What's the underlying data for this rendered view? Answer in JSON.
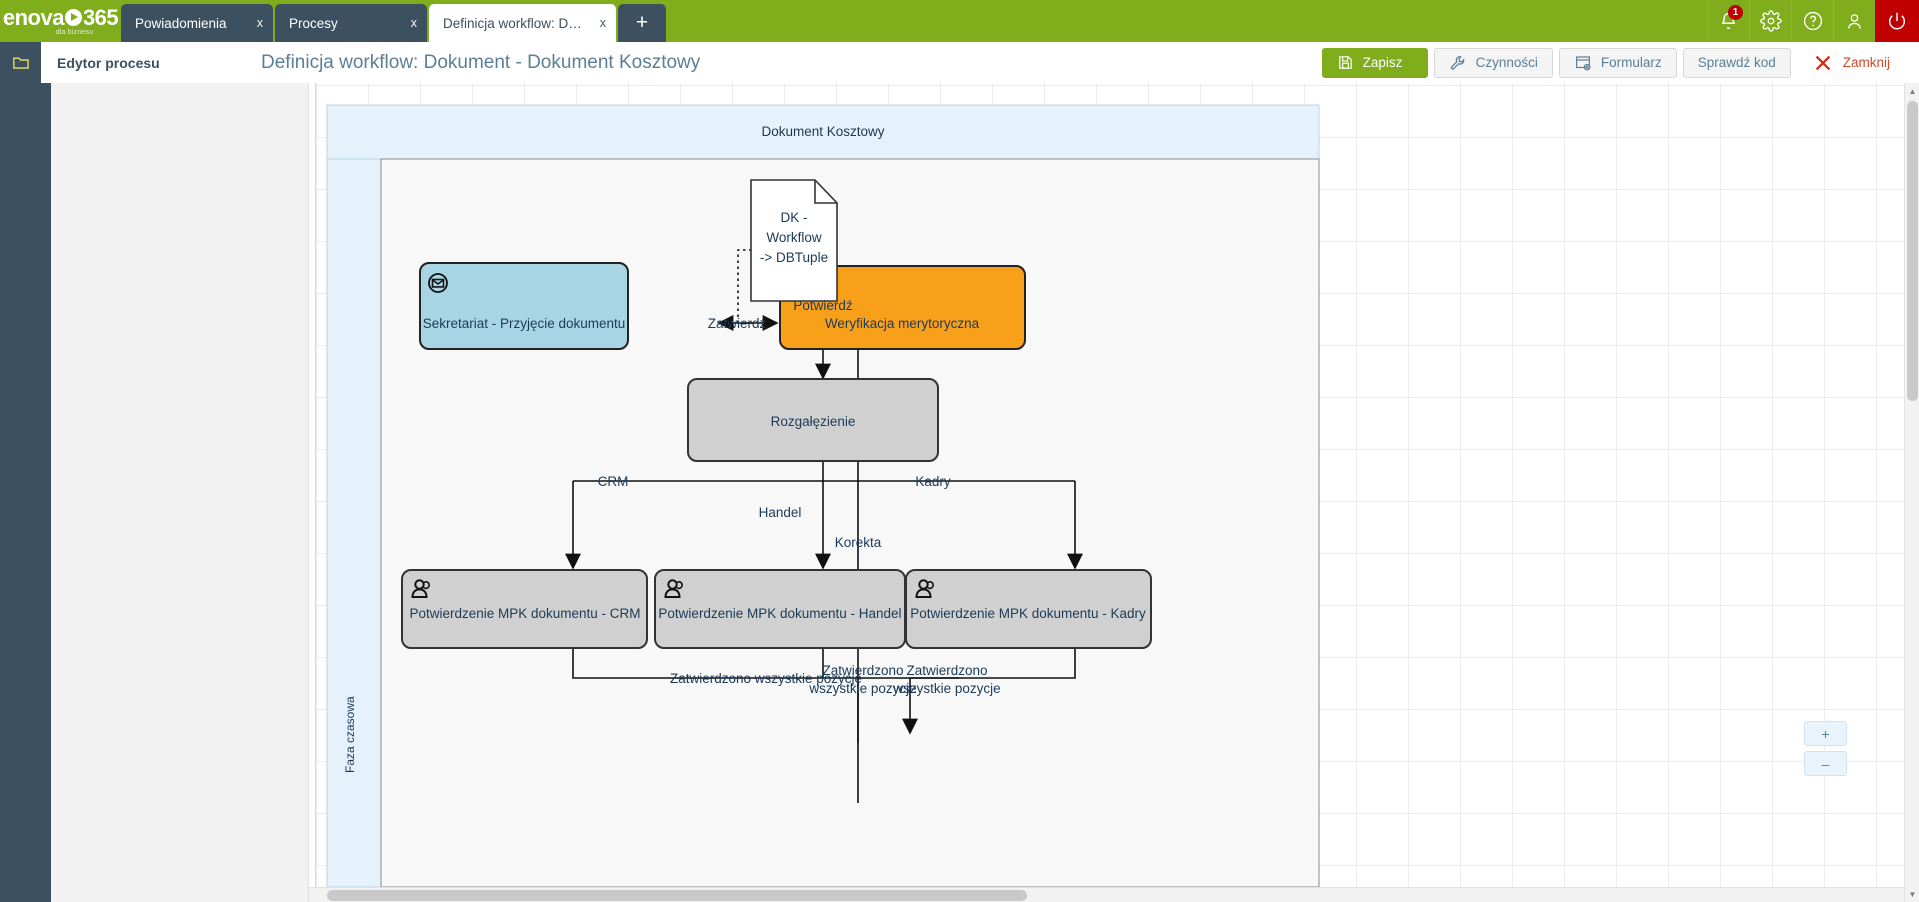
{
  "app": {
    "brand": "enova",
    "brand_suffix": "365",
    "brand_tagline": "dla biznesu"
  },
  "tabs": [
    {
      "label": "Powiadomienia",
      "close": "x",
      "active": false
    },
    {
      "label": "Procesy",
      "close": "x",
      "active": false
    },
    {
      "label": "Definicja workflow: D…",
      "close": "x",
      "active": true
    }
  ],
  "tab_add": "+",
  "topicons": [
    {
      "name": "bell-icon",
      "badge": "1"
    },
    {
      "name": "gear-icon",
      "badge": ""
    },
    {
      "name": "help-icon",
      "badge": ""
    },
    {
      "name": "user-icon",
      "badge": ""
    },
    {
      "name": "power-icon",
      "badge": ""
    }
  ],
  "subbar": {
    "editor_label": "Edytor procesu",
    "page_title": "Definicja workflow: Dokument - Dokument Kosztowy"
  },
  "actions": [
    {
      "label": "Zapisz",
      "icon": "save-icon",
      "style": "primary"
    },
    {
      "label": "Czynności",
      "icon": "wrench-icon",
      "style": "default"
    },
    {
      "label": "Formularz",
      "icon": "form-icon",
      "style": "default"
    },
    {
      "label": "Sprawdź kod",
      "icon": "",
      "style": "default"
    },
    {
      "label": "Zamknij",
      "icon": "x-icon",
      "style": "close"
    }
  ],
  "zoom_controls": {
    "zoom_in": "+",
    "zoom_out": "–"
  },
  "diagram": {
    "pool_title": "Dokument Kosztowy",
    "lane_label": "Faza czasowa",
    "nodes": [
      {
        "id": "secretariat",
        "label": "Sekretariat - Przyjęcie dokumentu",
        "color": "#a8d5e3",
        "icon": "envelope-icon"
      },
      {
        "id": "verification",
        "label": "Weryfikacja merytoryczna",
        "color": "#f9a01b",
        "icon": ""
      },
      {
        "id": "branch",
        "label": "Rozgałęzienie",
        "color": "#d0d0d0",
        "icon": ""
      },
      {
        "id": "mpk-crm",
        "label": "Potwierdzenie MPK dokumentu - CRM",
        "color": "#d0d0d0",
        "icon": "user-task-icon"
      },
      {
        "id": "mpk-handel",
        "label": "Potwierdzenie MPK dokumentu - Handel",
        "color": "#d0d0d0",
        "icon": "user-task-icon"
      },
      {
        "id": "mpk-kadry",
        "label": "Potwierdzenie MPK dokumentu - Kadry",
        "color": "#d0d0d0",
        "icon": "user-task-icon"
      }
    ],
    "data_object": {
      "id": "dk-doc",
      "line1": "DK -",
      "line2": "Workflow",
      "line3": "-> DBTuple"
    },
    "edge_labels": {
      "zatwierdz_mid": "Zatwierdź",
      "potwierdz": "Potwierdź",
      "crm": "CRM",
      "handel": "Handel",
      "kadry": "Kadry",
      "korekta": "Korekta",
      "all_positions_1": "Zatwierdzono wszystkie pozycje",
      "all_positions_2_line1": "Zatwierdzono",
      "all_positions_2_line2": "wszystkie pozycje",
      "all_positions_3_line1": "Zatwierdzono",
      "all_positions_3_line2": "wszystkie pozycje"
    }
  }
}
